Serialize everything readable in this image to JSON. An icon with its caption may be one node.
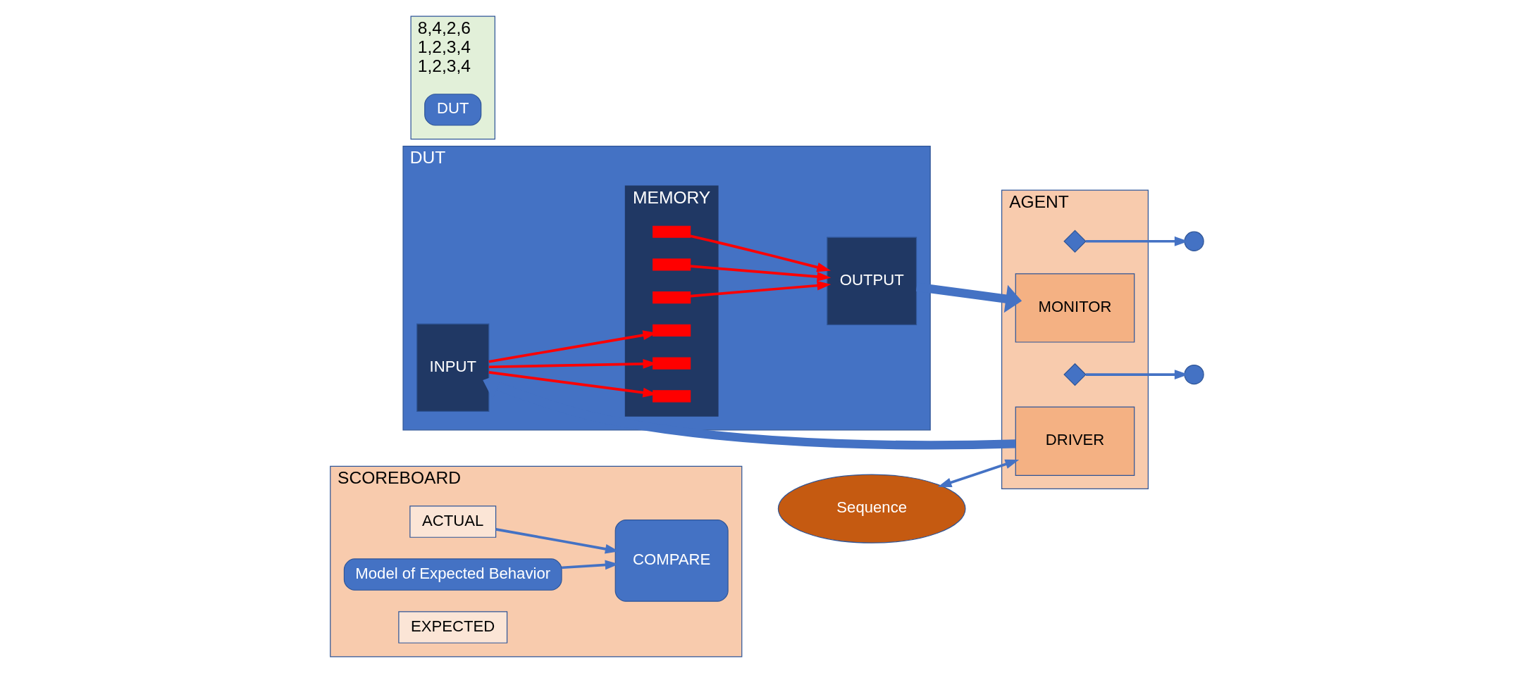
{
  "diagram": {
    "nodes": [
      {
        "text": [
          "SCOREBOARD"
        ]
      },
      {
        "text": [
          "COMPARE"
        ],
        "in": 0
      },
      {
        "text": [
          "ACTUAL"
        ],
        "in": 0
      },
      {
        "text": [
          "Model of Expected Behavior"
        ],
        "in": 0
      },
      {
        "text": [
          "EXPECTED"
        ],
        "in": 0
      },
      {
        "text": [],
        "shape": "circle"
      },
      {
        "text": [],
        "shape": "circle"
      },
      {
        "text": [
          "8,4,2,6",
          "1,2,3,4",
          "1,2,3,4"
        ]
      },
      {
        "text": [
          "DUT"
        ],
        "in": 7
      },
      {
        "text": [
          "AGENT"
        ]
      },
      {
        "text": [],
        "shape": "diamond",
        "in": 9
      },
      {
        "text": [
          "MONITOR"
        ],
        "in": 9
      },
      {
        "text": [],
        "shape": "diamond",
        "in": 9
      },
      {
        "text": [
          "DRIVER"
        ],
        "in": 9
      },
      {
        "text": [
          "Sequence"
        ]
      },
      {
        "text": [
          "DUT"
        ]
      },
      {
        "text": [
          "OUTPUT"
        ],
        "in": 15
      },
      {
        "text": [
          "MEMORY"
        ],
        "in": 15
      },
      {
        "text": [],
        "shape": "bar",
        "in": 17
      },
      {
        "text": [],
        "shape": "bar",
        "in": 17
      },
      {
        "text": [],
        "shape": "bar",
        "in": 17
      },
      {
        "text": [],
        "shape": "bar",
        "in": 17
      },
      {
        "text": [],
        "shape": "bar",
        "in": 17
      },
      {
        "text": [],
        "shape": "bar",
        "in": 17
      },
      {
        "text": [
          "INPUT"
        ],
        "in": 15
      }
    ],
    "edges": [
      {
        "from": 2,
        "to": 1,
        "arrow": "to"
      },
      {
        "from": 3,
        "to": 1,
        "arrow": "to"
      },
      {
        "from": 10,
        "to": 5,
        "arrow": "to"
      },
      {
        "from": 12,
        "to": 6,
        "arrow": "to"
      },
      {
        "from": 14,
        "to": 13,
        "arrow": "both"
      },
      {
        "from": 16,
        "to": 11,
        "arrow": "to",
        "style": "thick"
      },
      {
        "from": 13,
        "to": 24,
        "arrow": "to",
        "style": "thick"
      },
      {
        "from": 18,
        "to": 16,
        "arrow": "to",
        "color": "#ff0000"
      },
      {
        "from": 19,
        "to": 16,
        "arrow": "to",
        "color": "#ff0000"
      },
      {
        "from": 20,
        "to": 16,
        "arrow": "to",
        "color": "#ff0000"
      },
      {
        "from": 24,
        "to": 21,
        "arrow": "to",
        "color": "#ff0000"
      },
      {
        "from": 24,
        "to": 22,
        "arrow": "to",
        "color": "#ff0000"
      },
      {
        "from": 24,
        "to": 23,
        "arrow": "to",
        "color": "#ff0000"
      }
    ]
  }
}
